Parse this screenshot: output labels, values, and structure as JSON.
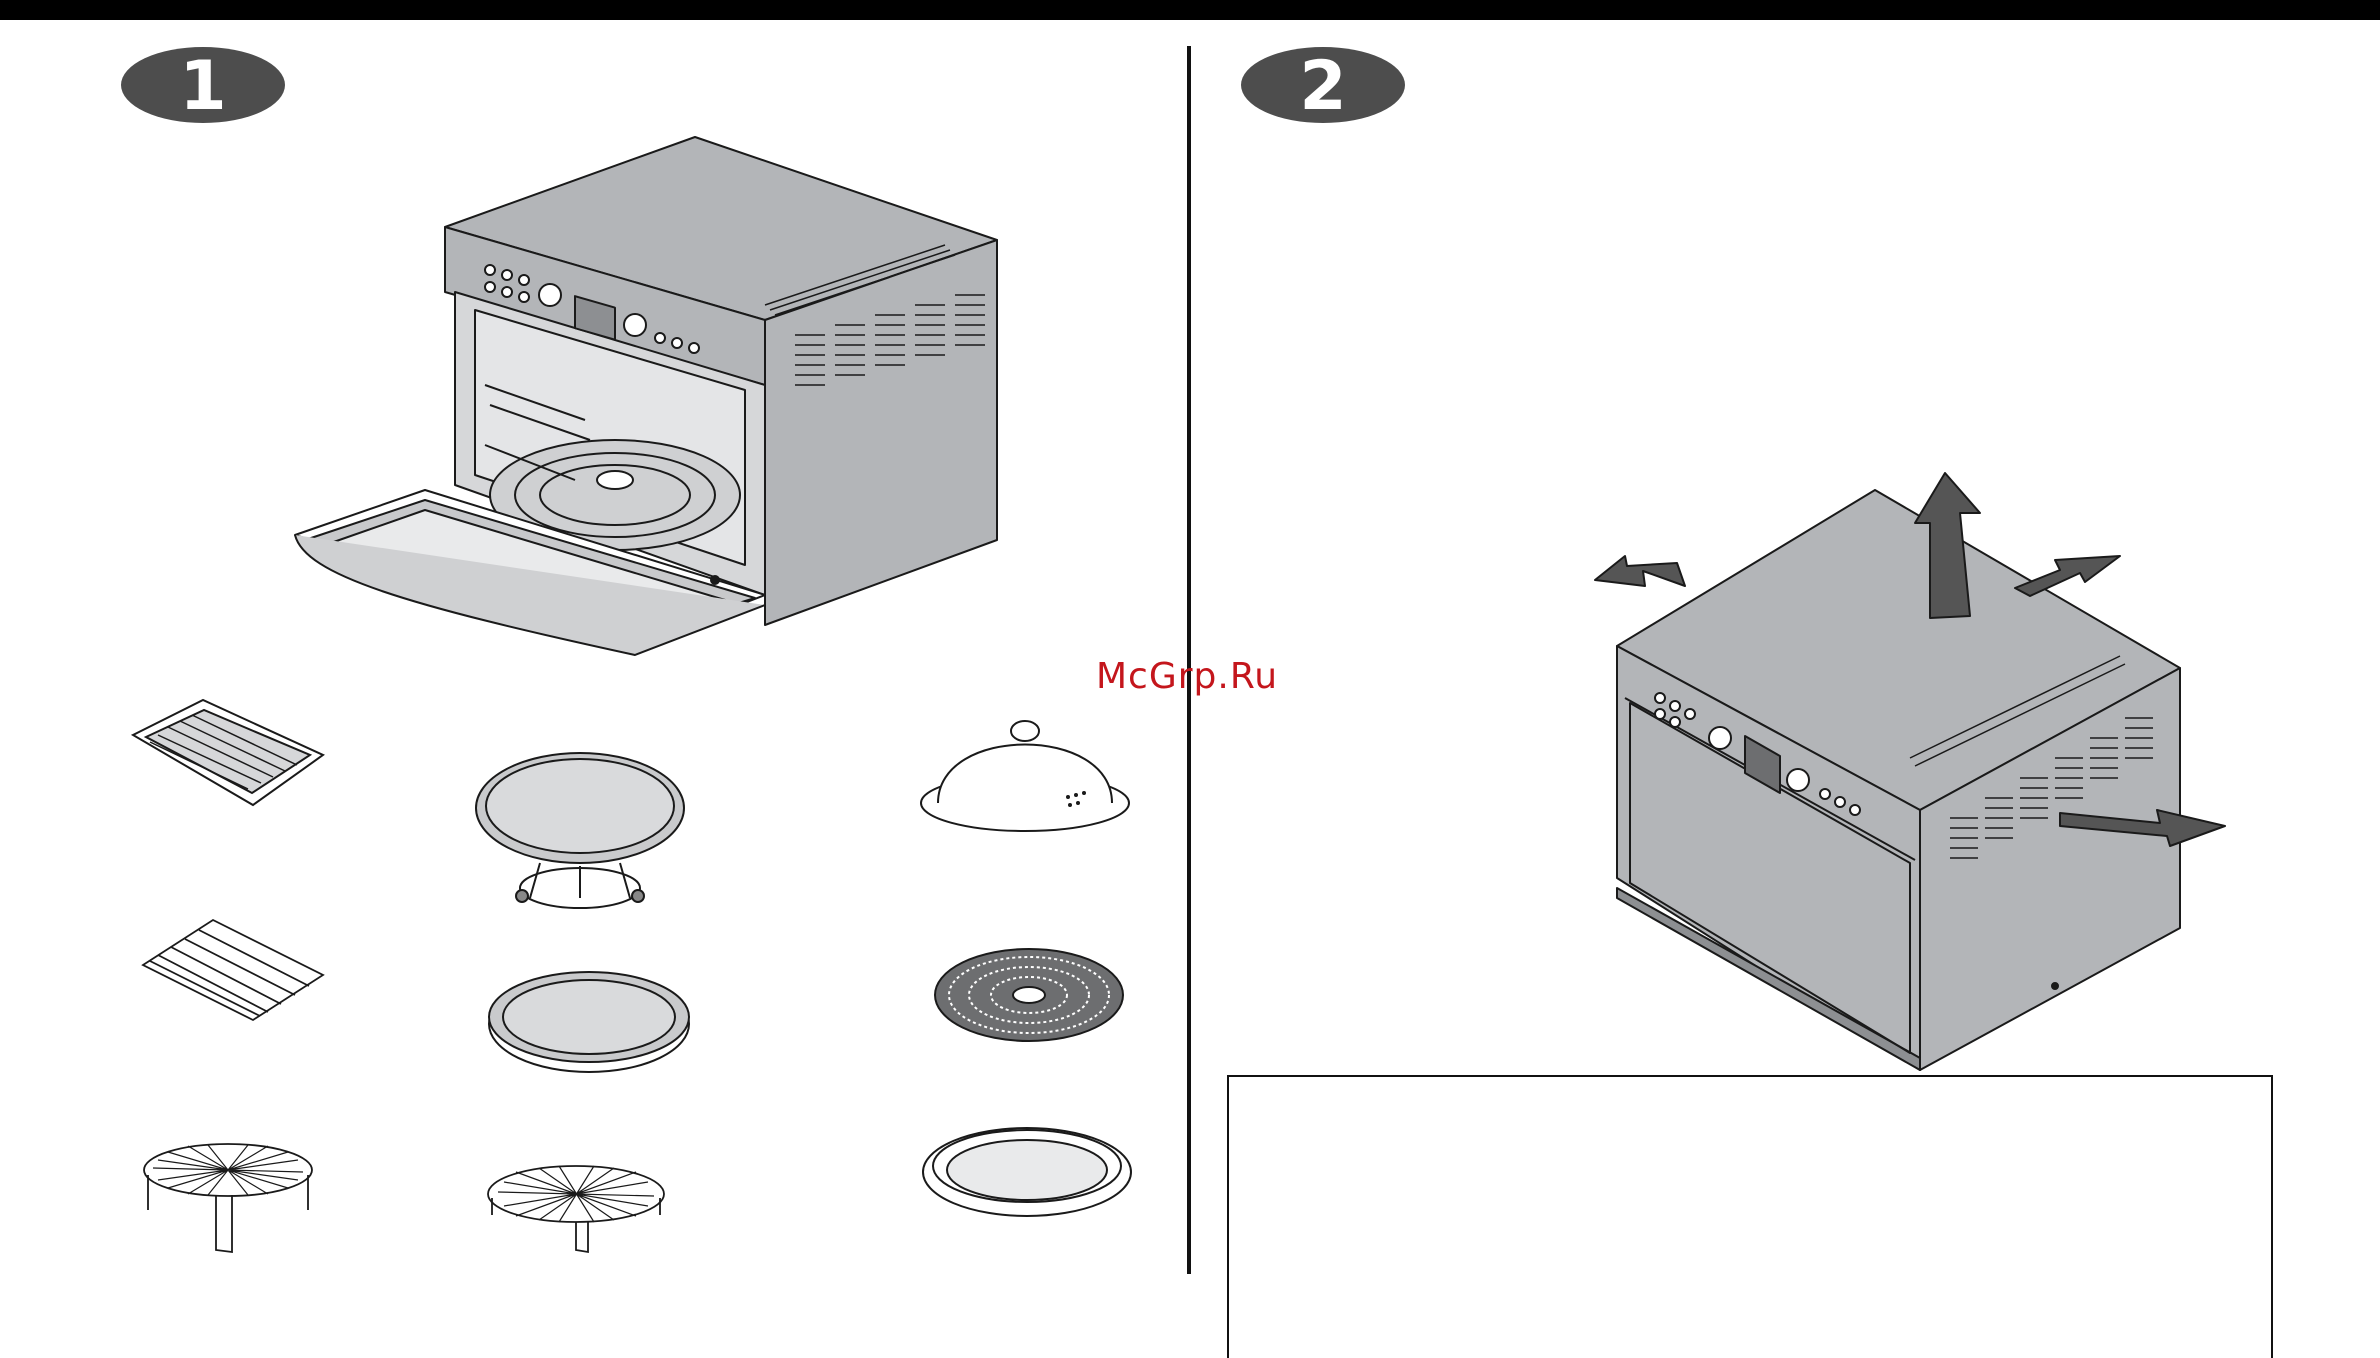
{
  "steps": [
    {
      "number": "1"
    },
    {
      "number": "2"
    }
  ],
  "watermark": "McGrp.Ru",
  "colors": {
    "badge_fill": "#4d4d4d",
    "badge_text": "#ffffff",
    "appliance_gray": "#b3b5b8",
    "line_art": "#1a1a1a",
    "arrow_fill": "#555555"
  },
  "accessories": [
    {
      "icon": "baking-tray-icon"
    },
    {
      "icon": "turntable-plate-icon"
    },
    {
      "icon": "dome-cover-icon"
    },
    {
      "icon": "wire-rack-icon"
    },
    {
      "icon": "crisp-pan-icon"
    },
    {
      "icon": "perforated-plate-icon"
    },
    {
      "icon": "high-round-rack-icon"
    },
    {
      "icon": "low-round-rack-icon"
    },
    {
      "icon": "round-tray-icon"
    }
  ],
  "note_box": {
    "text": ""
  }
}
